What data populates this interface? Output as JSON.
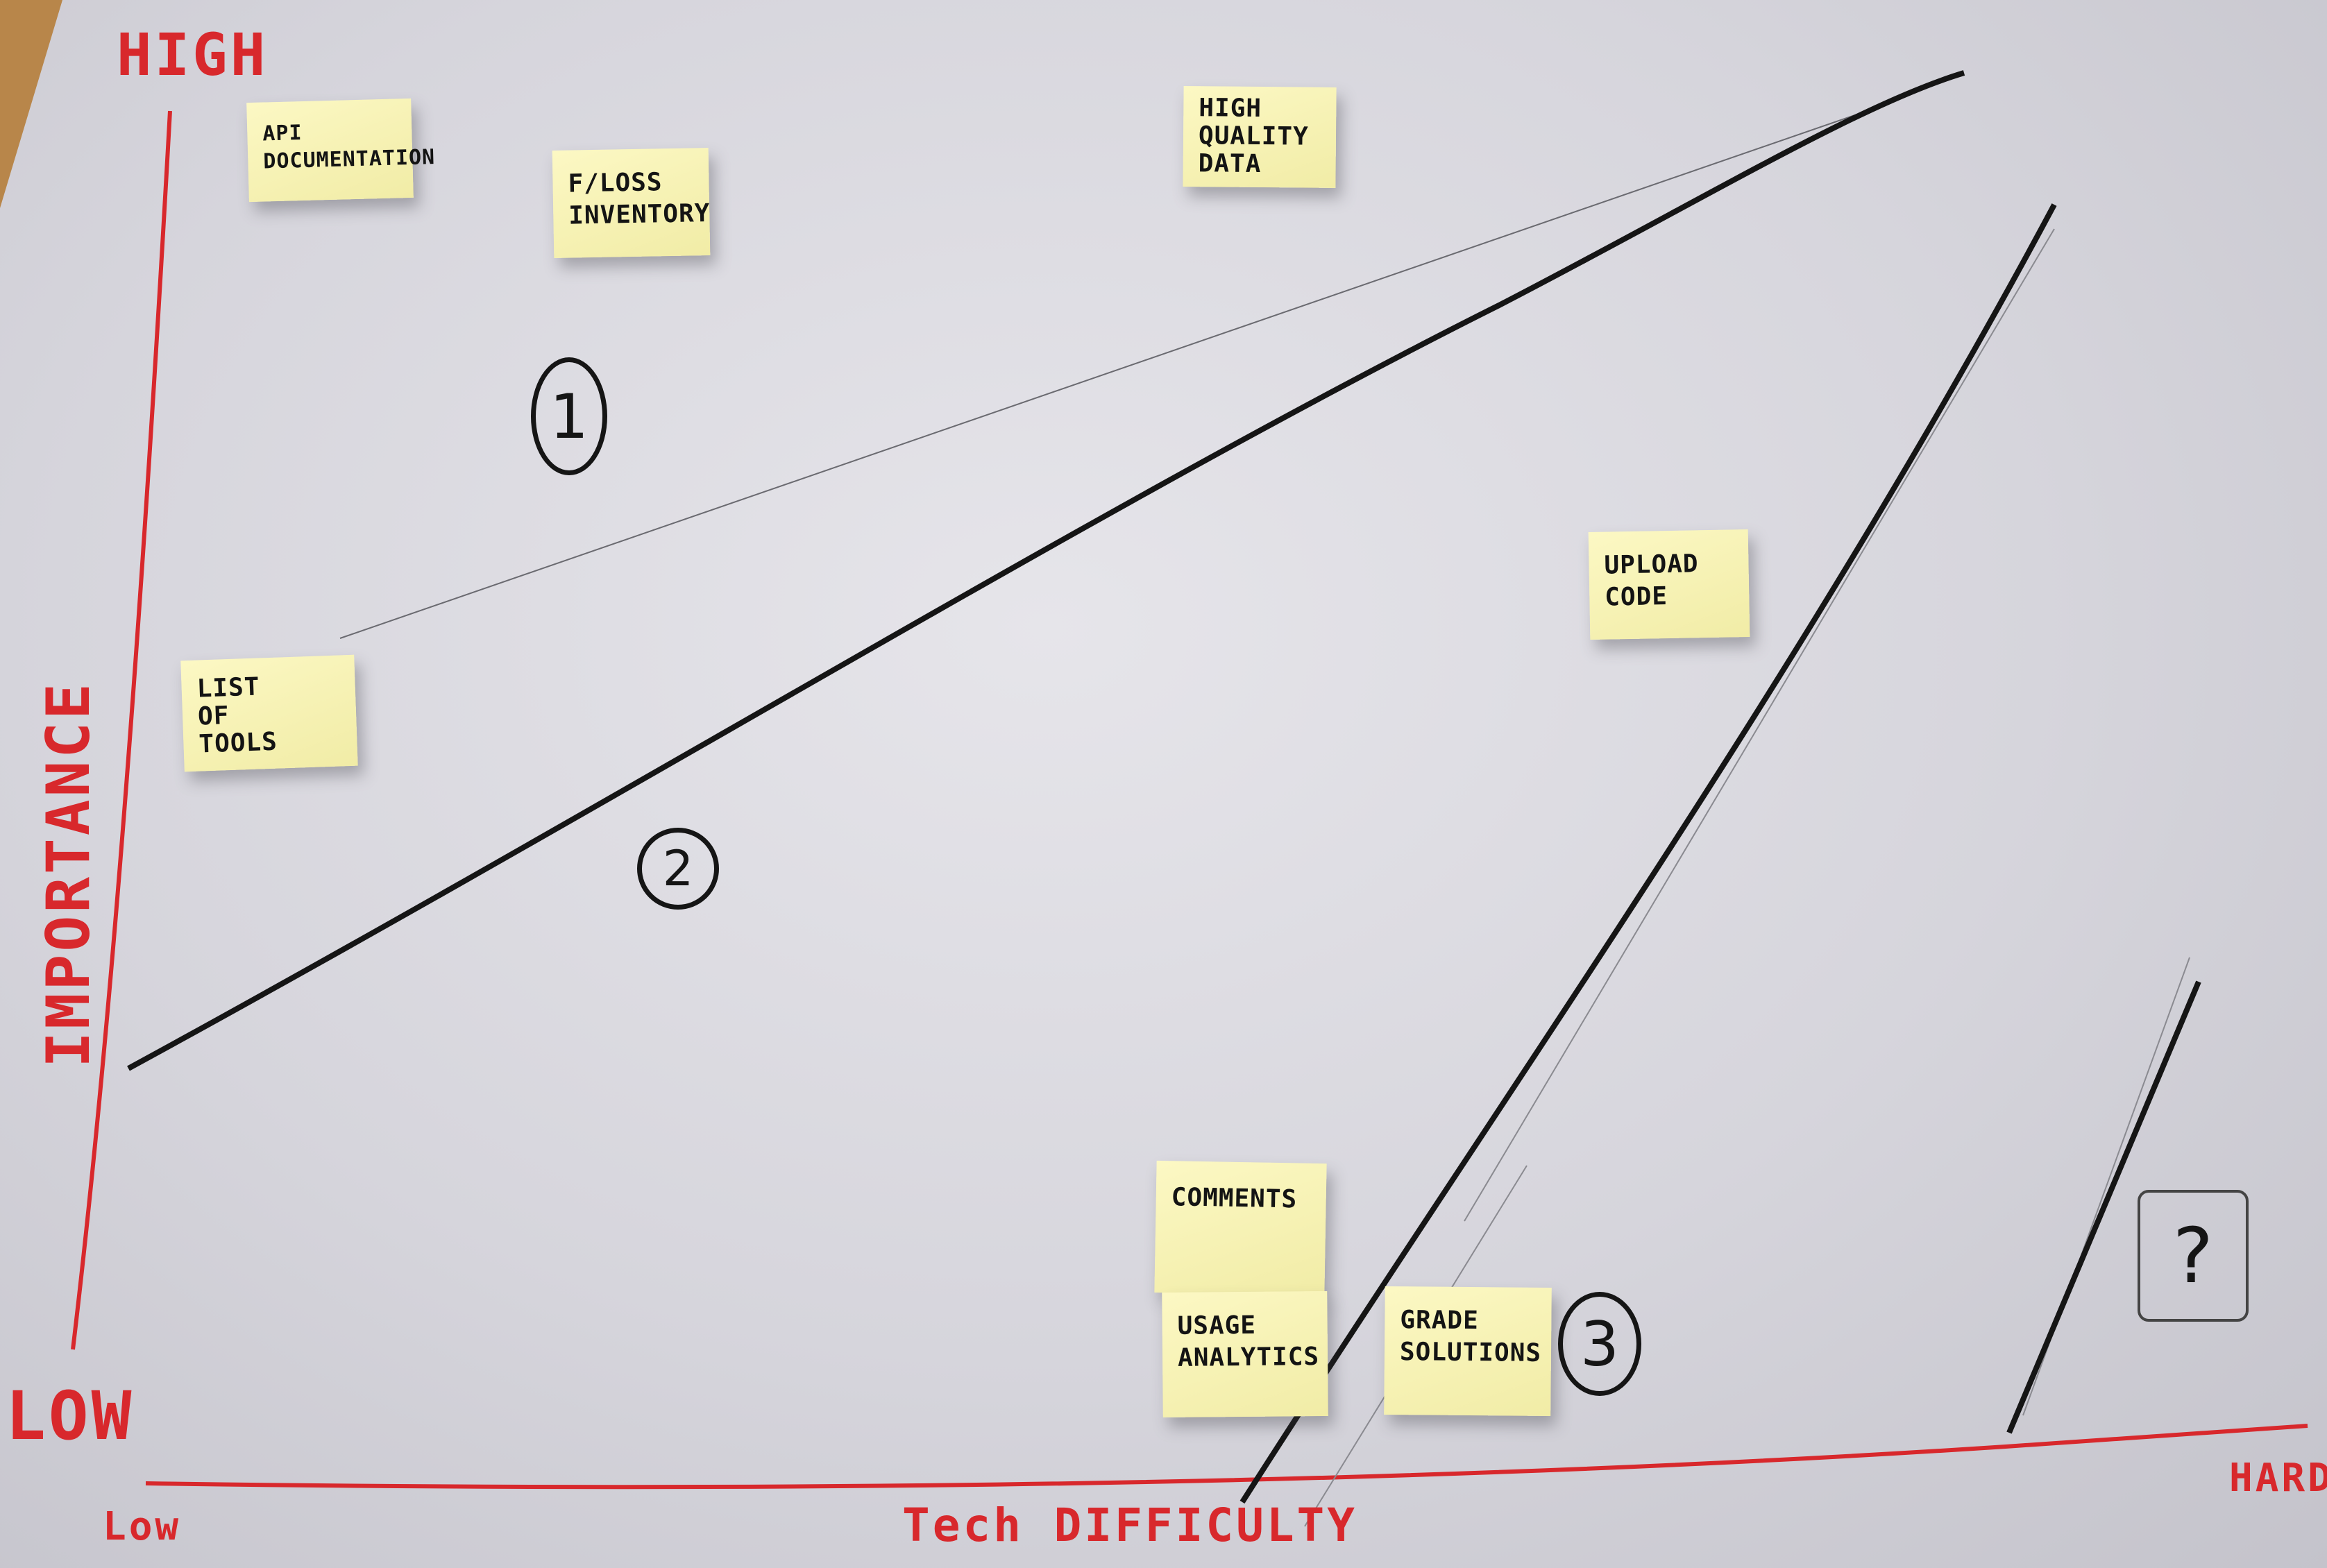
{
  "axes": {
    "y_high": "HIGH",
    "y_low": "LOW",
    "y_label": "IMPORTANCE",
    "x_low": "Low",
    "x_label": "Tech DIFFICULTY",
    "x_high": "HARD"
  },
  "notes": [
    {
      "text": "API\nDOCUMENTATION"
    },
    {
      "text": "F/LOSS\nINVENTORY"
    },
    {
      "text": "HIGH\nQUALITY\nDATA"
    },
    {
      "text": "LIST\nOF\nTOOLS"
    },
    {
      "text": "UPLOAD\nCODE"
    },
    {
      "text": "COMMENTS"
    },
    {
      "text": "USAGE\nANALYTICS"
    },
    {
      "text": "GRADE\nSOLUTIONS"
    }
  ],
  "zones": {
    "zone1": "1",
    "zone2": "2",
    "zone3": "3",
    "unknown": "?"
  },
  "colors": {
    "axis_red": "#d8282c",
    "ink": "#151515",
    "sticky": "#f6f2b4"
  }
}
